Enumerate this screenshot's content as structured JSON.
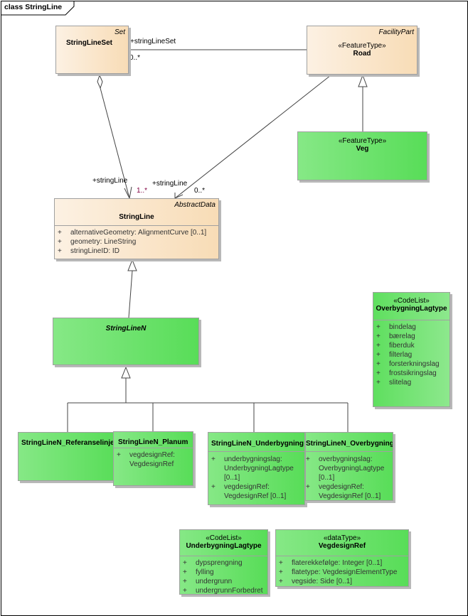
{
  "diagram": {
    "title": "class StringLine"
  },
  "classes": {
    "stringLineSet": {
      "stereotype": "Set",
      "name": "StringLineSet"
    },
    "road": {
      "stereotype": "FacilityPart",
      "kind": "«FeatureType»",
      "name": "Road"
    },
    "veg": {
      "kind": "«FeatureType»",
      "name": "Veg"
    },
    "stringLine": {
      "stereotype": "AbstractData",
      "name": "StringLine",
      "attributes": [
        {
          "vis": "+",
          "text": "alternativeGeometry: AlignmentCurve [0..1]"
        },
        {
          "vis": "+",
          "text": "geometry: LineString"
        },
        {
          "vis": "+",
          "text": "stringLineID: ID"
        }
      ]
    },
    "stringLineN": {
      "name": "StringLineN"
    },
    "referanselinje": {
      "name": "StringLineN_Referanselinje"
    },
    "planum": {
      "name": "StringLineN_Planum",
      "attributes": [
        {
          "vis": "+",
          "lines": [
            "vegdesignRef:",
            "VegdesignRef"
          ]
        }
      ]
    },
    "underbygning": {
      "name": "StringLineN_Underbygning",
      "attributes": [
        {
          "vis": "+",
          "lines": [
            "underbygningslag:",
            "UnderbygningLagtype",
            "[0..1]"
          ]
        },
        {
          "vis": "+",
          "lines": [
            "vegdesignRef:",
            "VegdesignRef [0..1]"
          ]
        }
      ]
    },
    "overbygning": {
      "name": "StringLineN_Overbygning",
      "attributes": [
        {
          "vis": "+",
          "lines": [
            "overbygningslag:",
            "OverbygningLagtype",
            "[0..1]"
          ]
        },
        {
          "vis": "+",
          "lines": [
            "vegdesignRef:",
            "VegdesignRef [0..1]"
          ]
        }
      ]
    },
    "overbygningLagtype": {
      "kind": "«CodeList»",
      "name": "OverbygningLagtype",
      "values": [
        "bindelag",
        "bærelag",
        "fiberduk",
        "filterlag",
        "forsterkningslag",
        "frostsikringslag",
        "slitelag"
      ]
    },
    "underbygningLagtype": {
      "kind": "«CodeList»",
      "name": "UnderbygningLagtype",
      "values": [
        "dypsprengning",
        "fylling",
        "undergrunn",
        "undergrunnForbedret"
      ]
    },
    "vegdesignRef": {
      "kind": "«dataType»",
      "name": "VegdesignRef",
      "attributes": [
        "flaterekkefølge: Integer [0..1]",
        "flatetype: VegdesignElementType",
        "vegside: Side [0..1]"
      ]
    }
  },
  "associations": {
    "set_road": {
      "role": "+stringLineSet",
      "mult": "0..*"
    },
    "set_line": {
      "role": "+stringLine",
      "mult": "1..*"
    },
    "road_line": {
      "role": "+stringLine",
      "mult": "0..*"
    }
  },
  "colors": {
    "feature": "#5fdf5f",
    "abstract": "#f8dcb6",
    "multiplicity": "#800040"
  }
}
